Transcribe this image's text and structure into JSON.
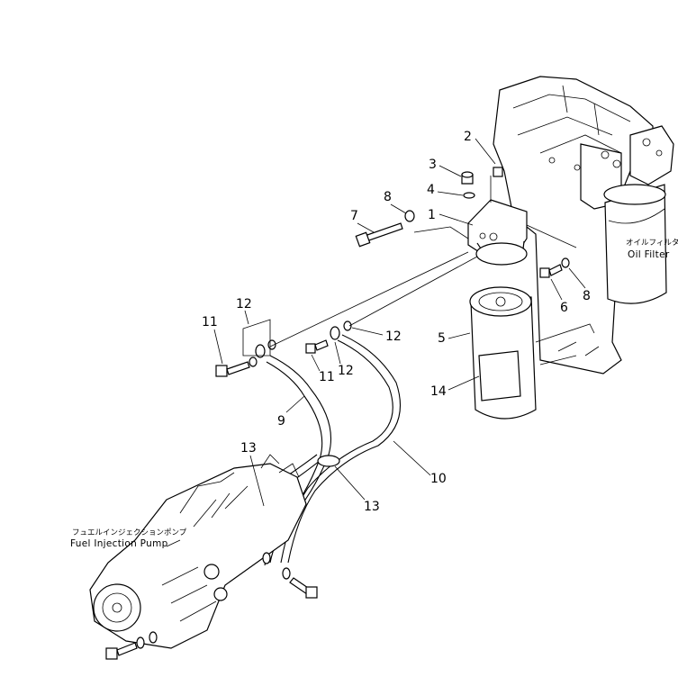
{
  "labels": {
    "oil_filter_jp": "オイルフィルタ",
    "oil_filter_en": "Oil Filter",
    "fuel_pump_jp": "フュエルインジェクションポンプ",
    "fuel_pump_en": "Fuel Injection Pump"
  },
  "callouts": [
    {
      "id": "c1",
      "text": "1"
    },
    {
      "id": "c2",
      "text": "2"
    },
    {
      "id": "c3",
      "text": "3"
    },
    {
      "id": "c4",
      "text": "4"
    },
    {
      "id": "c5",
      "text": "5"
    },
    {
      "id": "c6",
      "text": "6"
    },
    {
      "id": "c7",
      "text": "7"
    },
    {
      "id": "c8a",
      "text": "8"
    },
    {
      "id": "c8b",
      "text": "8"
    },
    {
      "id": "c9",
      "text": "9"
    },
    {
      "id": "c10",
      "text": "10"
    },
    {
      "id": "c11a",
      "text": "11"
    },
    {
      "id": "c11b",
      "text": "11"
    },
    {
      "id": "c12a",
      "text": "12"
    },
    {
      "id": "c12b",
      "text": "12"
    },
    {
      "id": "c12c",
      "text": "12"
    },
    {
      "id": "c13a",
      "text": "13"
    },
    {
      "id": "c13b",
      "text": "13"
    },
    {
      "id": "c14",
      "text": "14"
    }
  ]
}
